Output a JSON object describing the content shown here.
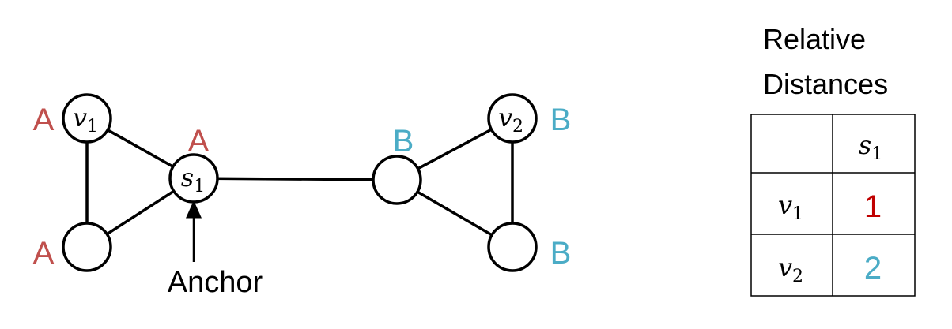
{
  "colors": {
    "group_a": "#c0504d",
    "group_b": "#4bacc6",
    "value_1": "#c00000",
    "value_2": "#4bacc6",
    "ink": "#000000"
  },
  "graph": {
    "nodes": [
      {
        "id": "v1",
        "symbol": "v",
        "sub": "1",
        "group_label": "A"
      },
      {
        "id": "s1",
        "symbol": "s",
        "sub": "1",
        "group_label": "A"
      },
      {
        "id": "a_bottom",
        "symbol": "",
        "sub": "",
        "group_label": "A"
      },
      {
        "id": "b_center",
        "symbol": "",
        "sub": "",
        "group_label": "B"
      },
      {
        "id": "v2",
        "symbol": "v",
        "sub": "2",
        "group_label": "B"
      },
      {
        "id": "b_bottom",
        "symbol": "",
        "sub": "",
        "group_label": "B"
      }
    ],
    "edges": [
      [
        "v1",
        "s1"
      ],
      [
        "v1",
        "a_bottom"
      ],
      [
        "a_bottom",
        "s1"
      ],
      [
        "s1",
        "b_center"
      ],
      [
        "b_center",
        "v2"
      ],
      [
        "b_center",
        "b_bottom"
      ],
      [
        "v2",
        "b_bottom"
      ]
    ],
    "anchor_label": "Anchor"
  },
  "table": {
    "heading_line1": "Relative",
    "heading_line2": "Distances",
    "column_header": {
      "symbol": "s",
      "sub": "1"
    },
    "rows": [
      {
        "symbol": "v",
        "sub": "1",
        "value": "1"
      },
      {
        "symbol": "v",
        "sub": "2",
        "value": "2"
      }
    ]
  }
}
